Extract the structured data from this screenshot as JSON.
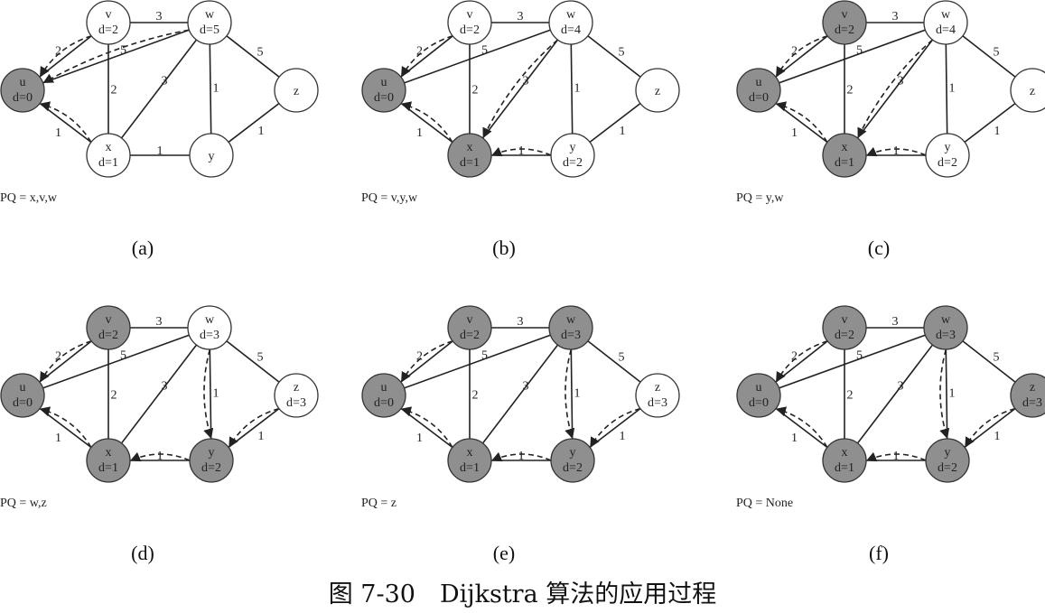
{
  "caption": "图 7-30　Dijkstra 算法的应用过程",
  "colors": {
    "visited": "#8f8f8f",
    "unvisited": "#ffffff",
    "stroke": "#333333"
  },
  "edges": [
    {
      "a": "u",
      "b": "v",
      "w": "2"
    },
    {
      "a": "u",
      "b": "x",
      "w": "1"
    },
    {
      "a": "u",
      "b": "w",
      "w": "5"
    },
    {
      "a": "v",
      "b": "w",
      "w": "3"
    },
    {
      "a": "v",
      "b": "x",
      "w": "2"
    },
    {
      "a": "x",
      "b": "w",
      "w": "3"
    },
    {
      "a": "x",
      "b": "y",
      "w": "1"
    },
    {
      "a": "w",
      "b": "y",
      "w": "1"
    },
    {
      "a": "w",
      "b": "z",
      "w": "5"
    },
    {
      "a": "y",
      "b": "z",
      "w": "1"
    }
  ],
  "panels": [
    {
      "label": "(a)",
      "pq": "PQ = x,v,w",
      "nodes": {
        "u": {
          "name": "u",
          "d": "d=0",
          "visited": true
        },
        "v": {
          "name": "v",
          "d": "d=2",
          "visited": false
        },
        "w": {
          "name": "w",
          "d": "d=5",
          "visited": false
        },
        "x": {
          "name": "x",
          "d": "d=1",
          "visited": false
        },
        "y": {
          "name": "y",
          "d": "",
          "visited": false
        },
        "z": {
          "name": "z",
          "d": "",
          "visited": false
        }
      },
      "tree": [
        [
          "v",
          "u"
        ],
        [
          "x",
          "u"
        ],
        [
          "w",
          "u"
        ]
      ]
    },
    {
      "label": "(b)",
      "pq": "PQ = v,y,w",
      "nodes": {
        "u": {
          "name": "u",
          "d": "d=0",
          "visited": true
        },
        "v": {
          "name": "v",
          "d": "d=2",
          "visited": false
        },
        "w": {
          "name": "w",
          "d": "d=4",
          "visited": false
        },
        "x": {
          "name": "x",
          "d": "d=1",
          "visited": true
        },
        "y": {
          "name": "y",
          "d": "d=2",
          "visited": false
        },
        "z": {
          "name": "z",
          "d": "",
          "visited": false
        }
      },
      "tree": [
        [
          "v",
          "u"
        ],
        [
          "x",
          "u"
        ],
        [
          "w",
          "x"
        ],
        [
          "y",
          "x"
        ]
      ]
    },
    {
      "label": "(c)",
      "pq": "PQ = y,w",
      "nodes": {
        "u": {
          "name": "u",
          "d": "d=0",
          "visited": true
        },
        "v": {
          "name": "v",
          "d": "d=2",
          "visited": true
        },
        "w": {
          "name": "w",
          "d": "d=4",
          "visited": false
        },
        "x": {
          "name": "x",
          "d": "d=1",
          "visited": true
        },
        "y": {
          "name": "y",
          "d": "d=2",
          "visited": false
        },
        "z": {
          "name": "z",
          "d": "",
          "visited": false
        }
      },
      "tree": [
        [
          "v",
          "u"
        ],
        [
          "x",
          "u"
        ],
        [
          "w",
          "x"
        ],
        [
          "y",
          "x"
        ]
      ]
    },
    {
      "label": "(d)",
      "pq": "PQ = w,z",
      "nodes": {
        "u": {
          "name": "u",
          "d": "d=0",
          "visited": true
        },
        "v": {
          "name": "v",
          "d": "d=2",
          "visited": true
        },
        "w": {
          "name": "w",
          "d": "d=3",
          "visited": false
        },
        "x": {
          "name": "x",
          "d": "d=1",
          "visited": true
        },
        "y": {
          "name": "y",
          "d": "d=2",
          "visited": true
        },
        "z": {
          "name": "z",
          "d": "d=3",
          "visited": false
        }
      },
      "tree": [
        [
          "v",
          "u"
        ],
        [
          "x",
          "u"
        ],
        [
          "w",
          "y"
        ],
        [
          "y",
          "x"
        ],
        [
          "z",
          "y"
        ]
      ]
    },
    {
      "label": "(e)",
      "pq": "PQ = z",
      "nodes": {
        "u": {
          "name": "u",
          "d": "d=0",
          "visited": true
        },
        "v": {
          "name": "v",
          "d": "d=2",
          "visited": true
        },
        "w": {
          "name": "w",
          "d": "d=3",
          "visited": true
        },
        "x": {
          "name": "x",
          "d": "d=1",
          "visited": true
        },
        "y": {
          "name": "y",
          "d": "d=2",
          "visited": true
        },
        "z": {
          "name": "z",
          "d": "d=3",
          "visited": false
        }
      },
      "tree": [
        [
          "v",
          "u"
        ],
        [
          "x",
          "u"
        ],
        [
          "w",
          "y"
        ],
        [
          "y",
          "x"
        ],
        [
          "z",
          "y"
        ]
      ]
    },
    {
      "label": "(f)",
      "pq": "PQ = None",
      "nodes": {
        "u": {
          "name": "u",
          "d": "d=0",
          "visited": true
        },
        "v": {
          "name": "v",
          "d": "d=2",
          "visited": true
        },
        "w": {
          "name": "w",
          "d": "d=3",
          "visited": true
        },
        "x": {
          "name": "x",
          "d": "d=1",
          "visited": true
        },
        "y": {
          "name": "y",
          "d": "d=2",
          "visited": true
        },
        "z": {
          "name": "z",
          "d": "d=3",
          "visited": true
        }
      },
      "tree": [
        [
          "v",
          "u"
        ],
        [
          "x",
          "u"
        ],
        [
          "w",
          "y"
        ],
        [
          "y",
          "x"
        ],
        [
          "z",
          "y"
        ]
      ]
    }
  ]
}
